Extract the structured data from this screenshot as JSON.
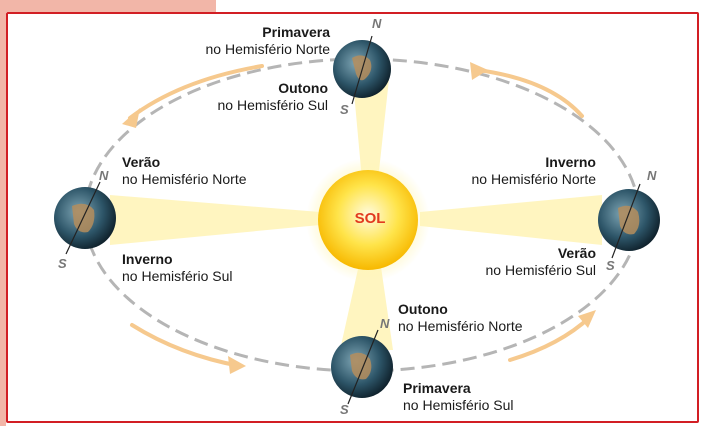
{
  "sun": {
    "label": "SOL"
  },
  "positions": {
    "top": {
      "season_north": "Primavera",
      "north_text": "no Hemisfério Norte",
      "season_south": "Outono",
      "south_text": "no Hemisfério Sul"
    },
    "left": {
      "season_north": "Verão",
      "north_text": "no Hemisfério Norte",
      "season_south": "Inverno",
      "south_text": "no Hemisfério Sul"
    },
    "right": {
      "season_north": "Inverno",
      "north_text": "no Hemisfério Norte",
      "season_south": "Verão",
      "south_text": "no Hemisfério Sul"
    },
    "bottom": {
      "season_north": "Outono",
      "north_text": "no Hemisfério Norte",
      "season_south": "Primavera",
      "south_text": "no Hemisfério Sul"
    }
  },
  "poles": {
    "north": "N",
    "south": "S"
  },
  "colors": {
    "border": "#d21e24",
    "orbit": "#b5b5b5",
    "arrow": "#f6c98e",
    "sun": "#ffd21a",
    "sun_label": "#e23a1f"
  }
}
